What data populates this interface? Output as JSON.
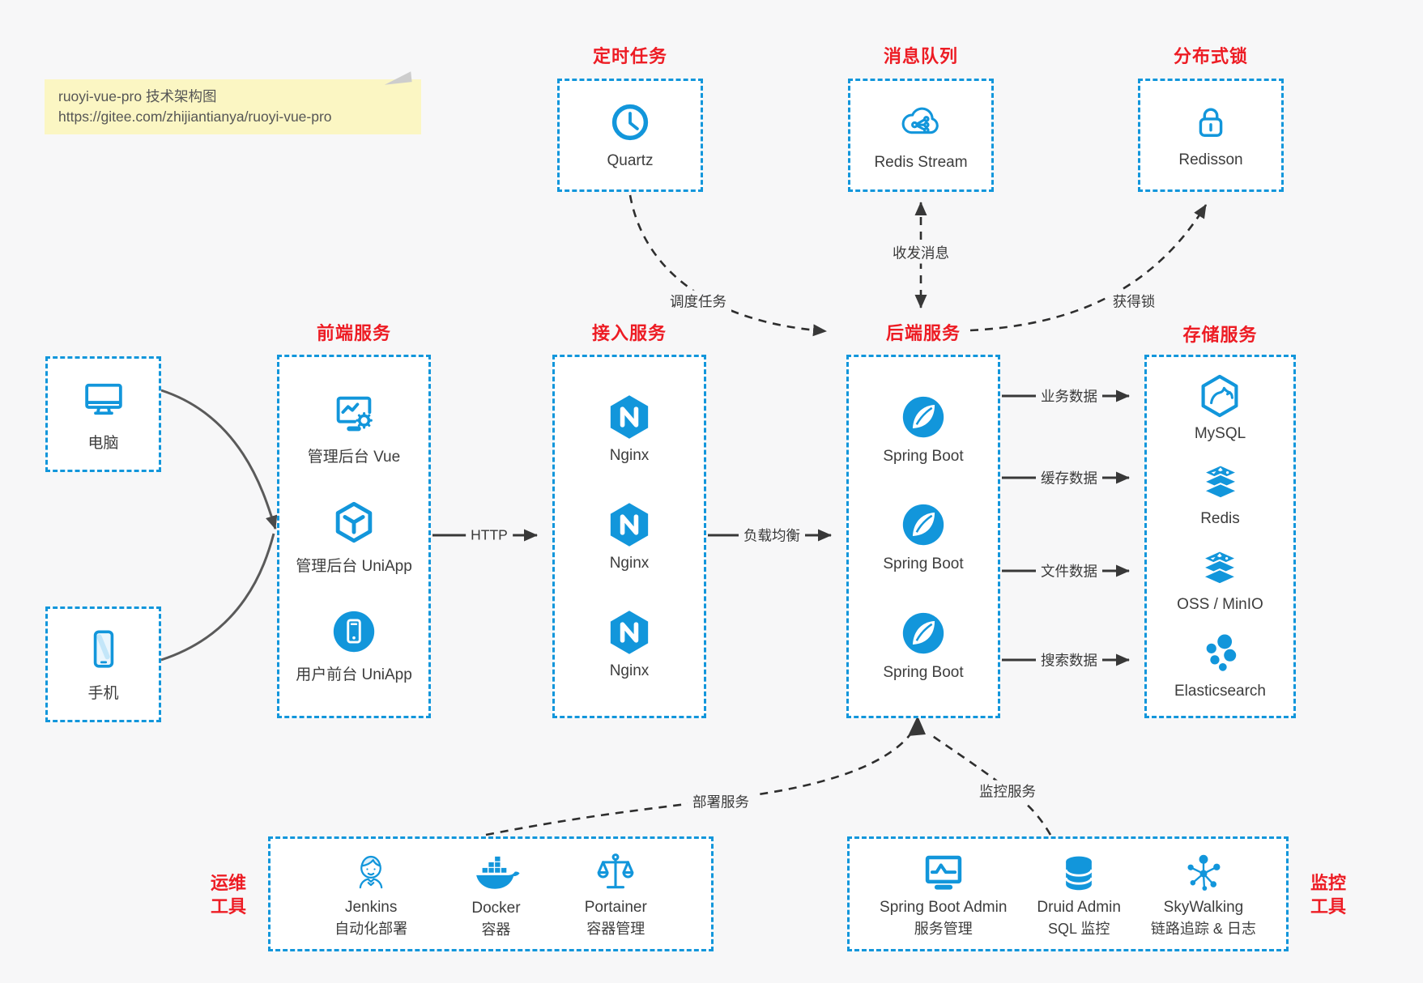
{
  "note": {
    "line1": "ruoyi-vue-pro 技术架构图",
    "line2": "https://gitee.com/zhijiantianya/ruoyi-vue-pro"
  },
  "colors": {
    "accent_blue": "#1296db",
    "title_red": "#ed1c24",
    "arrow_dark": "#383838",
    "note_yellow": "#fbf6c3",
    "page_bg": "#f7f7f8",
    "box_bg": "#ffffff"
  },
  "top_groups": {
    "scheduler": {
      "title": "定时任务",
      "item": {
        "label": "Quartz",
        "icon": "clock-icon"
      }
    },
    "mq": {
      "title": "消息队列",
      "item": {
        "label": "Redis Stream",
        "icon": "cloud-share-icon"
      }
    },
    "lock": {
      "title": "分布式锁",
      "item": {
        "label": "Redisson",
        "icon": "lock-icon"
      }
    }
  },
  "clients": {
    "computer": {
      "label": "电脑",
      "icon": "desktop-icon"
    },
    "phone": {
      "label": "手机",
      "icon": "smartphone-icon"
    }
  },
  "columns": {
    "frontend": {
      "title": "前端服务",
      "items": [
        {
          "label": "管理后台 Vue",
          "icon": "admin-vue-icon"
        },
        {
          "label": "管理后台 UniApp",
          "icon": "uniapp-cube-icon"
        },
        {
          "label": "用户前台 UniApp",
          "icon": "mobile-app-icon"
        }
      ]
    },
    "gateway": {
      "title": "接入服务",
      "items": [
        {
          "label": "Nginx",
          "icon": "nginx-icon"
        },
        {
          "label": "Nginx",
          "icon": "nginx-icon"
        },
        {
          "label": "Nginx",
          "icon": "nginx-icon"
        }
      ]
    },
    "backend": {
      "title": "后端服务",
      "items": [
        {
          "label": "Spring Boot",
          "icon": "spring-icon"
        },
        {
          "label": "Spring Boot",
          "icon": "spring-icon"
        },
        {
          "label": "Spring Boot",
          "icon": "spring-icon"
        }
      ]
    },
    "storage": {
      "title": "存储服务",
      "items": [
        {
          "label": "MySQL",
          "icon": "mysql-icon"
        },
        {
          "label": "Redis",
          "icon": "redis-icon"
        },
        {
          "label": "OSS / MinIO",
          "icon": "oss-icon"
        },
        {
          "label": "Elasticsearch",
          "icon": "elasticsearch-icon"
        }
      ]
    }
  },
  "bottom_groups": {
    "devops": {
      "side_label": {
        "line1": "运维",
        "line2": "工具"
      },
      "items": [
        {
          "name": "Jenkins",
          "desc": "自动化部署",
          "icon": "jenkins-icon"
        },
        {
          "name": "Docker",
          "desc": "容器",
          "icon": "docker-icon"
        },
        {
          "name": "Portainer",
          "desc": "容器管理",
          "icon": "portainer-icon"
        }
      ]
    },
    "monitoring": {
      "side_label": {
        "line1": "监控",
        "line2": "工具"
      },
      "items": [
        {
          "name": "Spring Boot Admin",
          "desc": "服务管理",
          "icon": "sba-monitor-icon"
        },
        {
          "name": "Druid Admin",
          "desc": "SQL 监控",
          "icon": "druid-db-icon"
        },
        {
          "name": "SkyWalking",
          "desc": "链路追踪 & 日志",
          "icon": "skywalking-icon"
        }
      ]
    }
  },
  "edges": {
    "http": "HTTP",
    "load_balance": "负载均衡",
    "business_data": "业务数据",
    "cache_data": "缓存数据",
    "file_data": "文件数据",
    "search_data": "搜索数据",
    "schedule_task": "调度任务",
    "send_receive_msg": "收发消息",
    "acquire_lock": "获得锁",
    "deploy_service": "部署服务",
    "monitor_service": "监控服务"
  }
}
